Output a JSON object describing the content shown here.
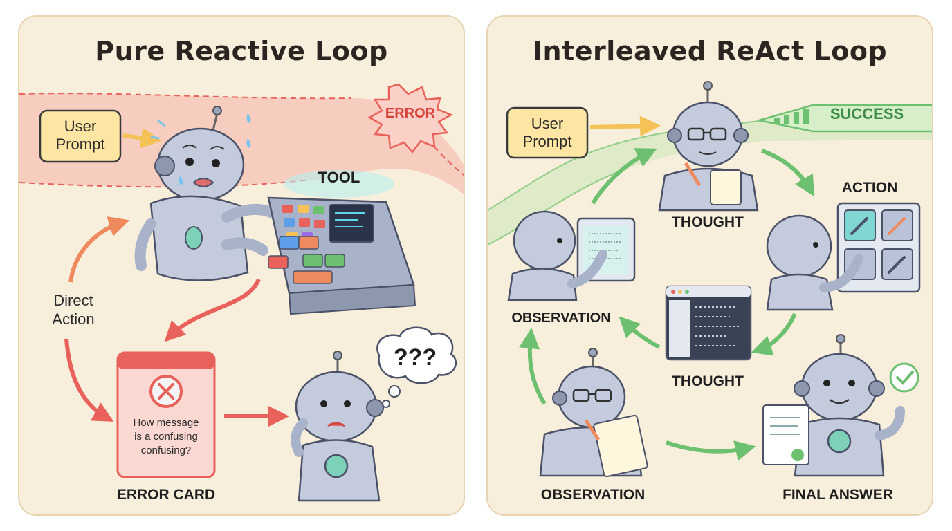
{
  "left": {
    "title": "Pure Reactive Loop",
    "user_prompt_line1": "User",
    "user_prompt_line2": "Prompt",
    "error_burst": "ERROR",
    "tool_label": "TOOL",
    "direct_action_line1": "Direct",
    "direct_action_line2": "Action",
    "error_card_line1": "How message",
    "error_card_line2": "is a confusing",
    "error_card_line3": "confusing?",
    "error_card_label": "ERROR CARD",
    "thought_bubble": "???"
  },
  "right": {
    "title": "Interleaved ReAct Loop",
    "user_prompt_line1": "User",
    "user_prompt_line2": "Prompt",
    "success_banner": "SUCCESS",
    "thought_top": "THOUGHT",
    "action": "ACTION",
    "observation_left": "OBSERVATION",
    "thought_mid": "THOUGHT",
    "observation_bottom": "OBSERVATION",
    "final_answer": "FINAL ANSWER"
  },
  "colors": {
    "panel_bg": "#f8eedc",
    "error_red": "#e8615a",
    "success_green": "#6cc070",
    "prompt_yellow": "#fde6a3",
    "robot_body": "#b9c2d6"
  }
}
